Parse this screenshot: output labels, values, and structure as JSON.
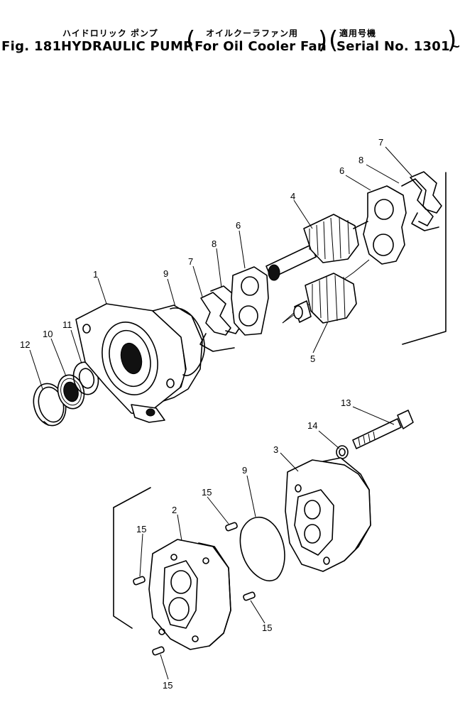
{
  "header": {
    "jp_title": "ハイドロリック ポンプ",
    "fig_label": "Fig. 181",
    "title": "HYDRAULIC PUMP",
    "jp_usage": "オイルクーラファン用",
    "usage": "For Oil Cooler Fan",
    "jp_serial": "適用号機",
    "serial": "Serial No. 1301~"
  },
  "callouts": [
    "1",
    "2",
    "3",
    "4",
    "5",
    "6",
    "6",
    "7",
    "7",
    "8",
    "8",
    "9",
    "9",
    "10",
    "11",
    "12",
    "13",
    "14",
    "15",
    "15",
    "15",
    "15"
  ]
}
